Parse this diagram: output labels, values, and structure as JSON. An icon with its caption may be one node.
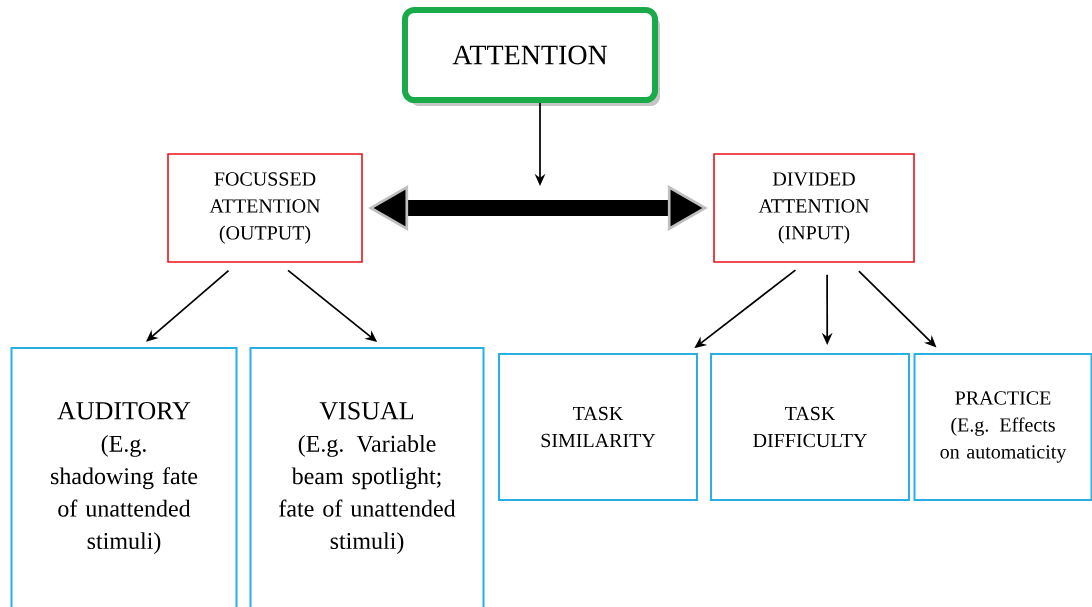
{
  "diagram": {
    "nodes": [
      {
        "text": [
          "ATTENTION"
        ]
      },
      {
        "text": [
          "FOCUSSED ATTENTION (OUTPUT)"
        ]
      },
      {
        "text": [
          "DIVIDED ATTENTION (INPUT)"
        ]
      },
      {
        "text": [
          "AUDITORY",
          "(E.g. shadowing fate of unattended stimuli)"
        ]
      },
      {
        "text": [
          "VISUAL",
          "(E.g. Variable beam spotlight; fate of unattended stimuli)"
        ]
      },
      {
        "text": [
          "TASK SIMILARITY"
        ]
      },
      {
        "text": [
          "TASK DIFFICULTY"
        ]
      },
      {
        "text": [
          "PRACTICE",
          "(E.g. Effects on automaticity"
        ]
      }
    ],
    "edges": [
      {
        "from": 1,
        "to": 2,
        "arrow": "both",
        "style": "thick"
      },
      {
        "from": 0,
        "to": null,
        "arrow": "to"
      },
      {
        "from": 1,
        "to": 3,
        "arrow": "to"
      },
      {
        "from": 1,
        "to": 4,
        "arrow": "to"
      },
      {
        "from": 2,
        "to": 5,
        "arrow": "to"
      },
      {
        "from": 2,
        "to": 6,
        "arrow": "to"
      },
      {
        "from": 2,
        "to": 7,
        "arrow": "to"
      }
    ]
  }
}
